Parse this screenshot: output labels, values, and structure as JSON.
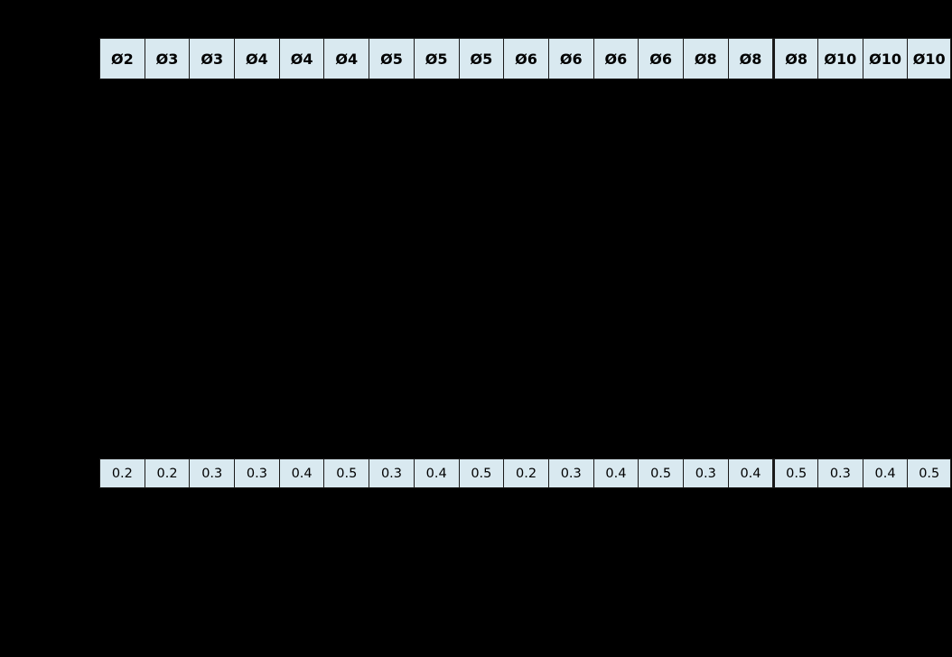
{
  "background_color": "#000000",
  "table": {
    "cell_fill_color": "#d9e9f0",
    "border_color": "#1a1a1a",
    "text_color": "#000000",
    "column_count": 19,
    "group_separator_before_column_index": 15,
    "rows": [
      {
        "name": "diameter-row",
        "bold": true,
        "cells": [
          "Ø2",
          "Ø3",
          "Ø3",
          "Ø4",
          "Ø4",
          "Ø4",
          "Ø5",
          "Ø5",
          "Ø5",
          "Ø6",
          "Ø6",
          "Ø6",
          "Ø6",
          "Ø8",
          "Ø8",
          "Ø8",
          "Ø10",
          "Ø10",
          "Ø10"
        ]
      },
      {
        "name": "tolerance-row",
        "bold": false,
        "cells": [
          "0.2",
          "0.2",
          "0.3",
          "0.3",
          "0.4",
          "0.5",
          "0.3",
          "0.4",
          "0.5",
          "0.2",
          "0.3",
          "0.4",
          "0.5",
          "0.3",
          "0.4",
          "0.5",
          "0.3",
          "0.4",
          "0.5"
        ]
      }
    ]
  }
}
